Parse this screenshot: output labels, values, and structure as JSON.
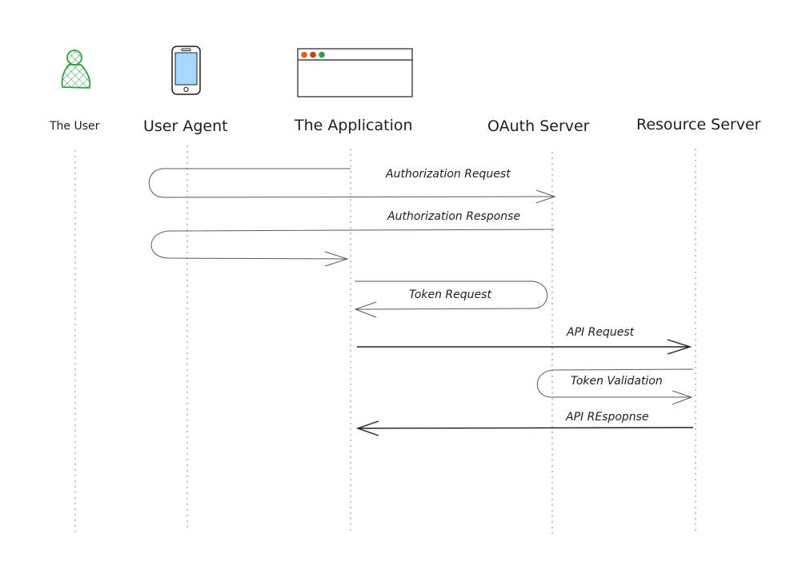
{
  "actors": {
    "user": {
      "label": "The User",
      "icon": "user-icon",
      "color": "#2f9e44"
    },
    "agent": {
      "label": "User Agent",
      "icon": "mobile-phone-icon",
      "screen_color": "#a5d8ff"
    },
    "app": {
      "label": "The Application",
      "icon": "browser-window-icon",
      "dots": [
        "#e8590c",
        "#c2410c",
        "#2f9e44"
      ]
    },
    "oauth": {
      "label": "OAuth Server"
    },
    "resource": {
      "label": "Resource Server"
    }
  },
  "messages": {
    "auth_request": "Authorization Request",
    "auth_response": "Authorization Response",
    "token_request": "Token Request",
    "api_request": "API Request",
    "token_validation": "Token Validation",
    "api_response": "API REspopnse"
  }
}
